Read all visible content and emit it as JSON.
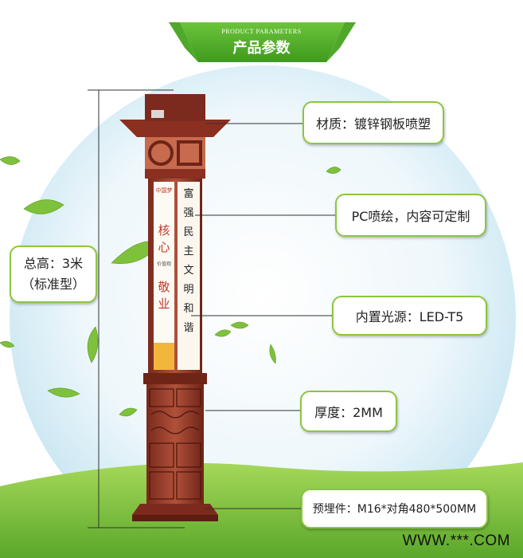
{
  "header": {
    "subtitle_en": "PRODUCT PARAMETERS",
    "title_cn": "产品参数"
  },
  "height_label": {
    "line1": "总高：3米",
    "line2": "（标准型）"
  },
  "callouts": {
    "material": "材质：镀锌钢板喷塑",
    "pc_print": "PC喷绘，内容可定制",
    "light_source": "内置光源：LED-T5",
    "thickness": "厚度：2MM",
    "embedded": "预埋件：M16*对角480*500MM"
  },
  "panel_text": {
    "right_column": [
      "富",
      "强",
      "民",
      "主",
      "文",
      "明",
      "和",
      "谐"
    ],
    "left_column": [
      "核",
      "心",
      "敬",
      "业"
    ],
    "small_label": "中国梦",
    "sub_text": "价值观"
  },
  "watermark": "WWW.***.COM",
  "colors": {
    "ribbon_green": "#5fb731",
    "ribbon_dark": "#3f8f1e",
    "callout_border": "#8cc63f",
    "pole_red": "#9b3a28",
    "pole_dark": "#6e2417"
  }
}
